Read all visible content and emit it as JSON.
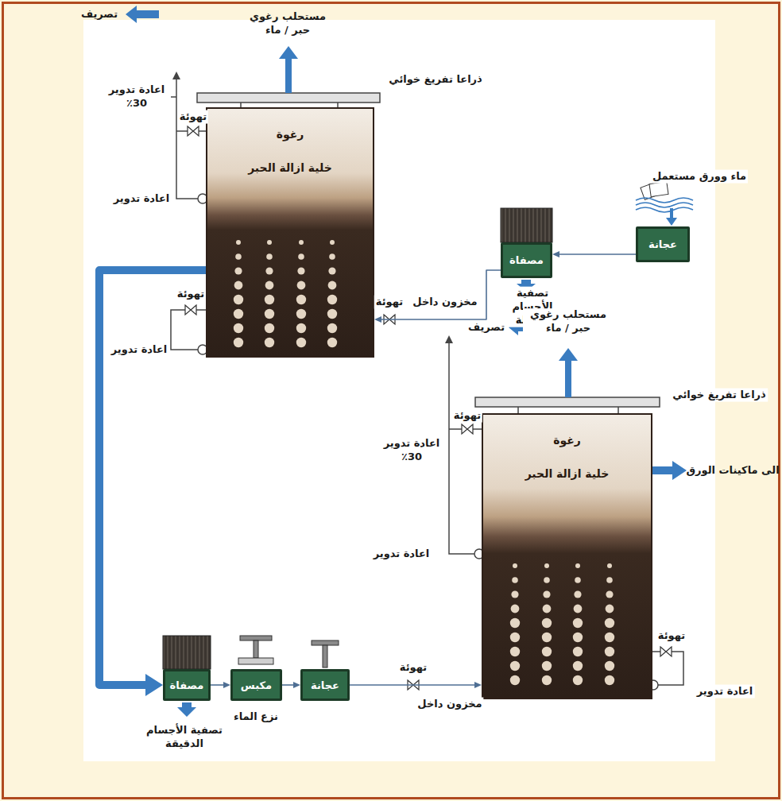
{
  "diagram": {
    "nodes": [
      {
        "text": [
          "عجانة"
        ]
      },
      {
        "text": [
          "مصفاة"
        ]
      },
      {
        "text": [
          "رغوة",
          "خلية ازالة الحبر"
        ]
      },
      {
        "text": [
          "مصفاة"
        ]
      },
      {
        "text": [
          "مكبس"
        ]
      },
      {
        "text": [
          "عجانة"
        ]
      },
      {
        "text": [
          "رغوة",
          "خلية ازالة الحبر"
        ]
      }
    ],
    "edges": [
      {
        "from": 0,
        "to": 1,
        "arrow": "to"
      },
      {
        "from": 1,
        "to": 2,
        "arrow": "to",
        "label": "مخزون داخل"
      },
      {
        "from": 2,
        "to": 3,
        "arrow": "to"
      },
      {
        "from": 3,
        "to": 4,
        "arrow": "to"
      },
      {
        "from": 4,
        "to": 5,
        "arrow": "to"
      },
      {
        "from": 5,
        "to": 6,
        "arrow": "to",
        "label": "مخزون داخل"
      }
    ],
    "labels": [
      "تصريف",
      "مستحلب رغوي حبر / ماء",
      "ذراعا تفريغ خوائي",
      "تهوئة",
      "اعادة تدوير 30٪",
      "اعادة تدوير",
      "تهوئة",
      "اعادة تدوير",
      "تهوئة",
      "ماء وورق مستعمل",
      "تصفية الأجسام الثقيلة",
      "تصريف",
      "مستحلب رغوي حبر / ماء",
      "ذراعا تفريغ خوائي",
      "تهوئة",
      "اعادة تدوير 30٪",
      "الى ماكينات الورق",
      "اعادة تدوير",
      "تهوئة",
      "اعادة تدوير",
      "تهوئة",
      "تصفية الأجسام الدقيقة",
      "نزع الماء"
    ]
  }
}
